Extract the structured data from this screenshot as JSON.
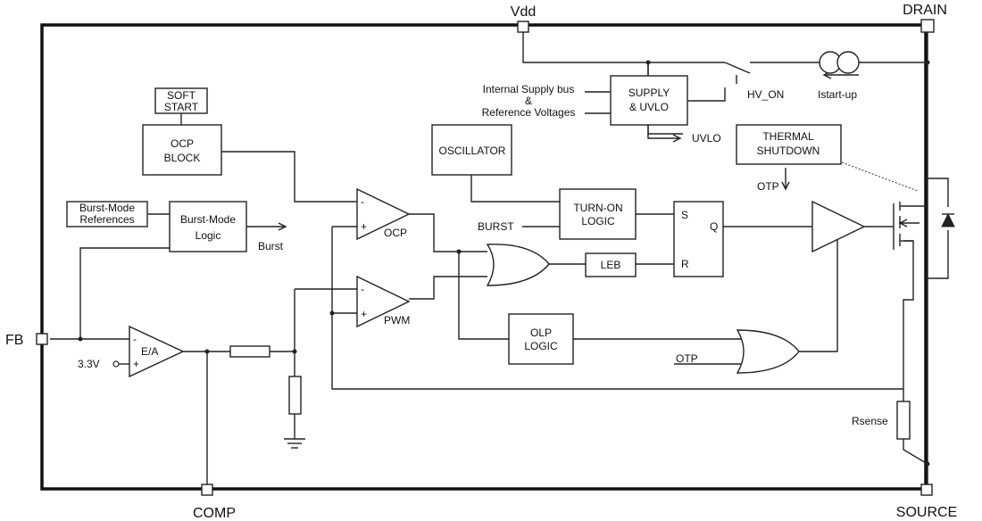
{
  "pins": {
    "vdd": "Vdd",
    "drain": "DRAIN",
    "fb": "FB",
    "comp": "COMP",
    "source": "SOURCE"
  },
  "blocks": {
    "soft_start": [
      "SOFT",
      "START"
    ],
    "ocp_block": [
      "OCP",
      "BLOCK"
    ],
    "oscillator": "OSCILLATOR",
    "supply_uvlo": [
      "SUPPLY",
      "& UVLO"
    ],
    "thermal_shutdown": [
      "THERMAL",
      "SHUTDOWN"
    ],
    "burst_refs": [
      "Burst-Mode",
      "References"
    ],
    "burst_logic": [
      "Burst-Mode",
      "Logic"
    ],
    "turn_on_logic": [
      "TURN-ON",
      "LOGIC"
    ],
    "leb": "LEB",
    "olp_logic": [
      "OLP",
      "LOGIC"
    ]
  },
  "labels": {
    "internal_supply": "Internal Supply  bus",
    "ampersand": "&",
    "reference_voltages": "Reference Voltages",
    "hv_on": "HV_ON",
    "istart_up": "Istart-up",
    "uvlo": "UVLO",
    "otp_out": "OTP",
    "otp_in": "OTP",
    "burst_out": "Burst",
    "burst_in": "BURST",
    "ocp": "OCP",
    "pwm": "PWM",
    "ea": "E/A",
    "ref_3v3": "3.3V",
    "rsense": "Rsense",
    "sr_s": "S",
    "sr_r": "R",
    "sr_q": "Q",
    "minus": "-",
    "plus": "+"
  }
}
